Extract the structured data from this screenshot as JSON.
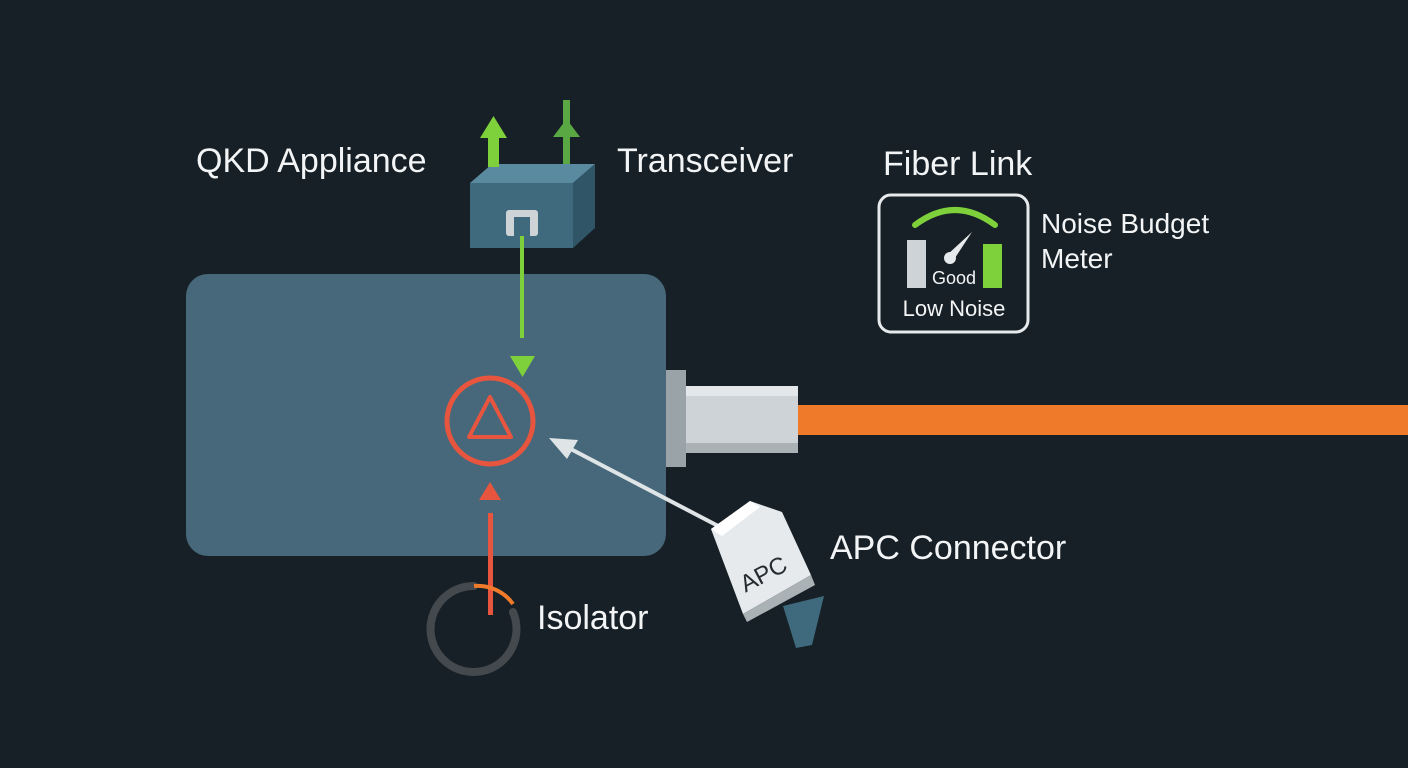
{
  "labels": {
    "qkd_appliance": "QKD Appliance",
    "transceiver": "Transceiver",
    "fiber_link": "Fiber Link",
    "noise_budget_meter_line1": "Noise Budget",
    "noise_budget_meter_line2": "Meter",
    "isolator": "Isolator",
    "apc_connector": "APC Connector"
  },
  "meter": {
    "status": "Good",
    "reading": "Low Noise"
  },
  "connector": {
    "tag": "APC"
  },
  "colors": {
    "background": "#172026",
    "appliance_body": "#46687a",
    "transceiver_body": "#3f6a7e",
    "signal_green": "#7ed13a",
    "signal_red": "#e8553f",
    "fiber_orange": "#ee7a2a",
    "connector_metal": "#cdd3d6",
    "text": "#f2f4f5"
  },
  "icons": {
    "uplink": "arrow-up-icon",
    "downlink": "arrow-down-icon",
    "isolator_ring": "circular-arrow-icon",
    "warning": "warning-triangle-icon",
    "gauge": "gauge-icon"
  }
}
